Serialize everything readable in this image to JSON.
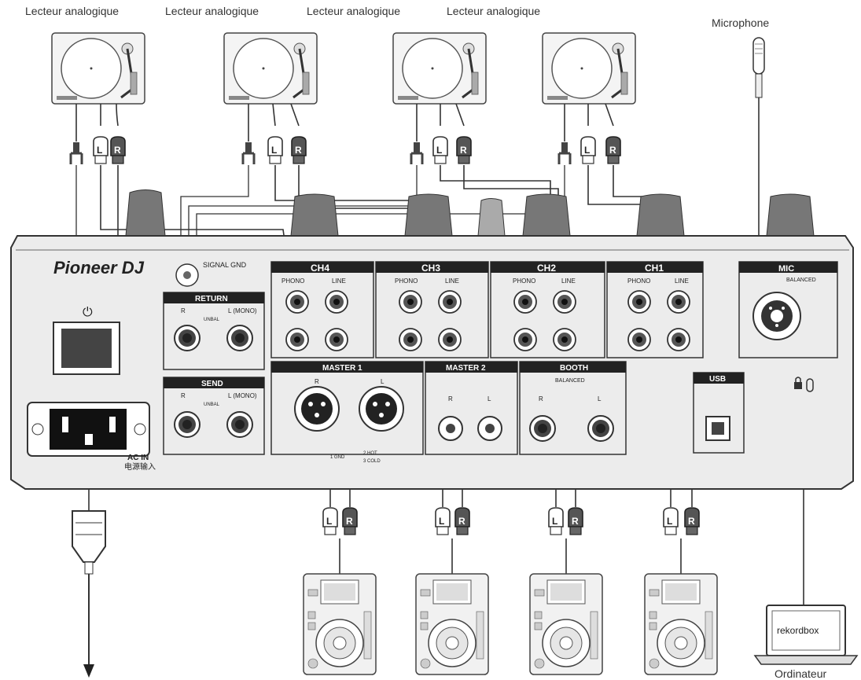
{
  "labels": {
    "turntable_1": "Lecteur analogique",
    "turntable_2": "Lecteur analogique",
    "turntable_3": "Lecteur analogique",
    "turntable_4": "Lecteur analogique",
    "microphone": "Microphone",
    "computer": "Ordinateur",
    "laptop_screen": "rekordbox"
  },
  "plugs": {
    "left": "L",
    "right": "R"
  },
  "mixer": {
    "brand": "Pioneer DJ",
    "signal_gnd": "SIGNAL GND",
    "power_icon": "⏻",
    "ac_in": "AC IN",
    "ac_in_cn": "电源输入",
    "return": "RETURN",
    "send": "SEND",
    "r": "R",
    "l_mono": "L (MONO)",
    "unbal": "UNBAL",
    "channels": [
      "CH4",
      "CH3",
      "CH2",
      "CH1"
    ],
    "phono": "PHONO",
    "line": "LINE",
    "mic": "MIC",
    "balanced": "BALANCED",
    "master1": "MASTER 1",
    "master2": "MASTER 2",
    "booth": "BOOTH",
    "booth_balanced": "BALANCED",
    "usb": "USB",
    "xlr_legend_1": "1 GND",
    "xlr_legend_2": "2 HOT",
    "xlr_legend_3": "3 COLD",
    "l": "L"
  }
}
